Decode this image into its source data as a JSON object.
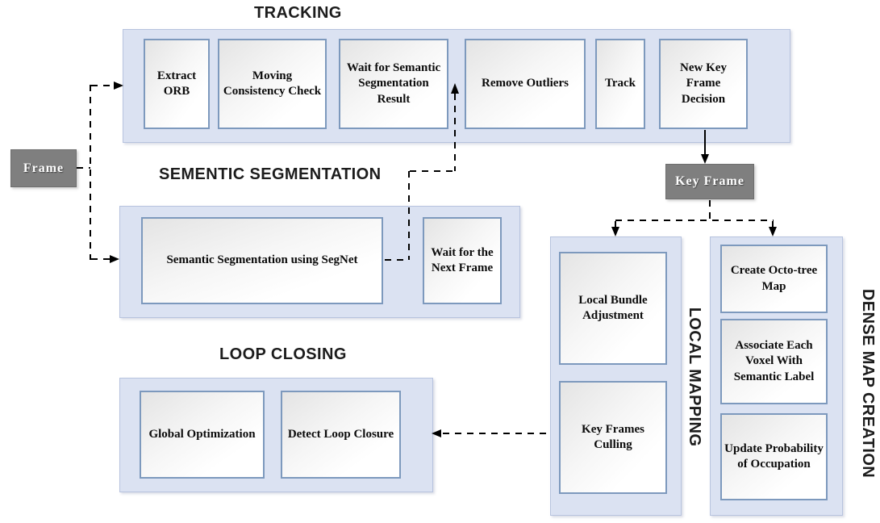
{
  "palette": {
    "panel_fill": "#dbe2f2",
    "panel_border": "#b7c3de",
    "node_border": "#7d99bd",
    "gray_node_fill": "#7f7f7f",
    "line_color": "#000000"
  },
  "nodes": {
    "frame_label": "Frame",
    "key_frame_label": "Key Frame"
  },
  "sections": {
    "tracking": {
      "title": "TRACKING",
      "boxes": [
        "Extract ORB",
        "Moving Consistency Check",
        "Wait for Semantic Segmentation Result",
        "Remove Outliers",
        "Track",
        "New Key Frame Decision"
      ]
    },
    "semantic_segmentation": {
      "title": "SEMENTIC SEGMENTATION",
      "boxes": [
        "Semantic Segmentation using SegNet",
        "Wait for the Next Frame"
      ]
    },
    "loop_closing": {
      "title": "LOOP CLOSING",
      "boxes": [
        "Global Optimization",
        "Detect Loop Closure"
      ]
    },
    "local_mapping": {
      "title": "LOCAL MAPPING",
      "boxes": [
        "Local Bundle Adjustment",
        "Key Frames Culling"
      ]
    },
    "dense_map_creation": {
      "title": "DENSE MAP CREATION",
      "boxes": [
        "Create Octo-tree Map",
        "Associate Each Voxel With Semantic Label",
        "Update Probability of Occupation"
      ]
    }
  },
  "flows": [
    {
      "from": "Frame",
      "to": "Tracking",
      "style": "dashed"
    },
    {
      "from": "Frame",
      "to": "Semantic Segmentation",
      "style": "dashed"
    },
    {
      "from": "Semantic Segmentation using SegNet",
      "to": "Wait for Semantic Segmentation Result",
      "style": "dashed"
    },
    {
      "from": "New Key Frame Decision",
      "to": "Key Frame",
      "style": "solid"
    },
    {
      "from": "Key Frame",
      "to": "Local Mapping",
      "style": "dashed"
    },
    {
      "from": "Key Frame",
      "to": "Dense Map Creation",
      "style": "dashed"
    },
    {
      "from": "Key Frames Culling",
      "to": "Loop Closing",
      "style": "dashed"
    }
  ]
}
